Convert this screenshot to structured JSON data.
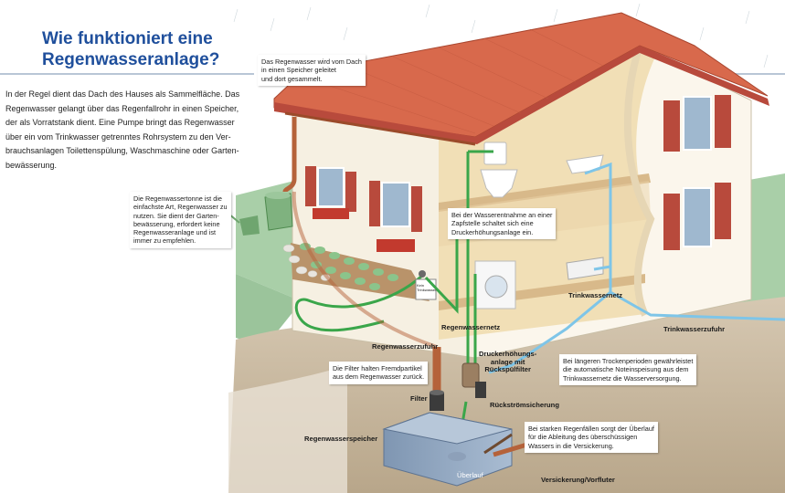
{
  "title": {
    "line1": "Wie funktioniert eine",
    "line2": "Regenwasseranlage?"
  },
  "intro": {
    "lines": [
      "In der Regel dient das Dach des Hauses als Sammelfläche. Das",
      "Regenwasser gelangt über das Regenfallrohr in einen Speicher,",
      "der als Vorratstank dient. Eine Pumpe bringt das Regenwasser",
      "über ein vom Trinkwasser getrenntes Rohrsystem zu den Ver-",
      "brauchsanlagen Toilettenspülung, Waschmaschine oder Garten-",
      "bewässerung."
    ]
  },
  "notes": {
    "roof": [
      "Das Regenwasser wird vom Dach",
      "in einen Speicher geleitet",
      "und dort gesammelt."
    ],
    "barrel": [
      "Die Regenwassertonne ist die",
      "einfachste Art, Regenwasser zu",
      "nutzen. Sie dient der Garten-",
      "bewässerung, erfordert keine",
      "Regenwasseranlage und ist",
      "immer zu empfehlen."
    ],
    "pressure": [
      "Bei der Wasserentnahme an einer",
      "Zapfstelle schaltet sich eine",
      "Druckerhöhungsanlage ein."
    ],
    "filter": [
      "Die Filter halten Fremdpartikel",
      "aus dem Regenwasser zurück."
    ],
    "drought": [
      "Bei längeren Trockenperioden gewährleistet",
      "die automatische Noteinspeisung aus dem",
      "Trinkwassernetz die Wasserversorgung."
    ],
    "overflow": [
      "Bei starken Regenfällen sorgt der Überlauf",
      "für die Ableitung des überschüssigen",
      "Wassers in die Versickerung."
    ]
  },
  "labels": {
    "regenwassernetz": "Regenwassernetz",
    "trinkwassernetz": "Trinkwassernetz",
    "trinkwasserzufuhr": "Trinkwasserzufuhr",
    "regenwasserzufuhr": "Regenwasserzufuhr",
    "druck": [
      "Druckerhöhungs-",
      "anlage mit",
      "Rückspülfilter"
    ],
    "filter": "Filter",
    "rueckstrom": "Rückströmsicherung",
    "speicher": "Regenwasserspeicher",
    "ueberlauf": "Überlauf",
    "versickerung": "Versickerung/Vorfluter",
    "tap_sign": "Kein Trinkwasser"
  },
  "colors": {
    "title_blue": "#1f4f9c",
    "roof": "#d8694c",
    "wall": "#f6f0e2",
    "interior": "#f1dfb6",
    "shutter": "#b84a3c",
    "grass": "#9bc49b",
    "soil": "#c9b59a",
    "rain_pipe": "#3aa64a",
    "drinking_pipe": "#7ec5e8",
    "downpipe": "#b5623a",
    "tank": "#8fa5bf"
  }
}
